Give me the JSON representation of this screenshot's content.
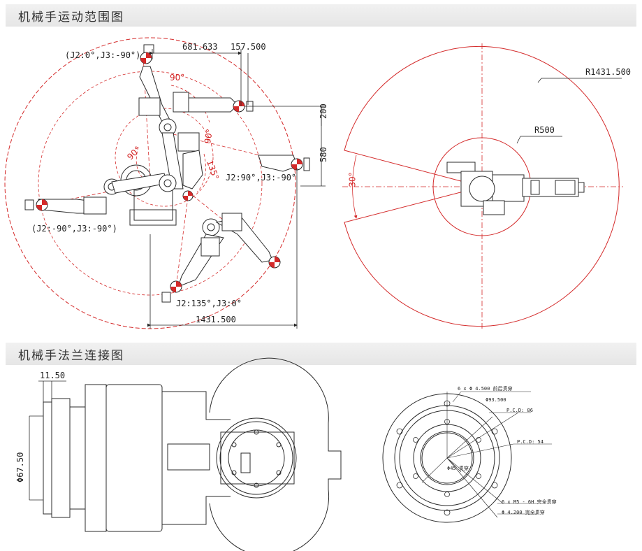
{
  "sections": {
    "motion": {
      "title": "机械手运动范围图"
    },
    "flange": {
      "title": "机械手法兰连接图"
    }
  },
  "motion_diagram": {
    "pose_labels": {
      "top": "(J2:0°,J3:-90°)",
      "left": "(J2:-90°,J3:-90°)",
      "right": "J2:90°,J3:-90°",
      "bottom": "J2:135°,J3:0°"
    },
    "dimensions": {
      "reach_top_a": "681.633",
      "reach_top_b": "157.500",
      "height_a": "200",
      "height_b": "580",
      "width_bottom": "1431.500"
    },
    "angles": {
      "a1": "90°",
      "a2": "90°",
      "a3": "90°",
      "a4": "135°"
    }
  },
  "top_view": {
    "outer_radius": "R1431.500",
    "inner_radius": "R500",
    "gap_angle": "30°"
  },
  "flange_side": {
    "dim_thickness": "11.50",
    "dim_diameter": "Φ67.50"
  },
  "flange_front": {
    "callouts": {
      "holes_top": "6 x Φ 4.500 前后贯穿",
      "outer_dia": "Φ93.500",
      "pcd_86": "P.C.D: 86",
      "pcd_54": "P.C.D: 54",
      "center_bore": "Φ45 贯穿",
      "holes_bottom_1": "6 x  M5 - 6H 完全贯穿",
      "holes_bottom_2": "Φ 4.200 完全贯穿"
    }
  },
  "colors": {
    "line": "#2b2b2b",
    "red": "#d42a2a",
    "bar": "#e9e9e9"
  }
}
